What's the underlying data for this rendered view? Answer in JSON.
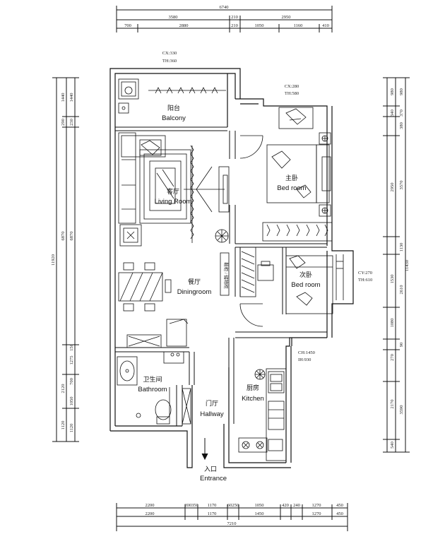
{
  "rooms": {
    "balcony": {
      "cn": "阳台",
      "en": "Balcony"
    },
    "living": {
      "cn": "客厅",
      "en": "Living Room"
    },
    "master": {
      "cn": "主卧",
      "en": "Bed room"
    },
    "second": {
      "cn": "次卧",
      "en": "Bed room"
    },
    "dining": {
      "cn": "餐厅",
      "en": "Diningroom"
    },
    "bath": {
      "cn": "卫生间",
      "en": "Bathroom"
    },
    "hall": {
      "cn": "门厅",
      "en": "Hallway"
    },
    "kitchen": {
      "cn": "厨房",
      "en": "Kitchen"
    },
    "entrance": {
      "cn": "入口",
      "en": "Entrance"
    }
  },
  "windows": {
    "balcony": {
      "cx": "CX:330",
      "th": "TH:360"
    },
    "master": {
      "cx": "CX:280",
      "th": "TH:580"
    },
    "second": {
      "cx": "CY:270",
      "th": "TH:610"
    },
    "kitchen": {
      "cx": "CH:1450",
      "th": "IH:930"
    }
  },
  "cabinet_note": "鞋柜 / 储物柜",
  "dims": {
    "top_total": "6740",
    "top_mid": [
      "3580",
      "210",
      "2950"
    ],
    "top_inner": [
      "700",
      "2880",
      "210",
      "1050",
      "1160",
      "410"
    ],
    "bottom_inner": [
      "2200",
      "200350",
      "1170",
      "60250",
      "1050",
      "420",
      "240",
      "1270",
      "450"
    ],
    "bottom_mid": [
      "2200",
      "1170",
      "1450",
      "1270",
      "450"
    ],
    "bottom_total": "7210",
    "left_total": "11920",
    "left_mid": [
      "1440",
      "290",
      "6870",
      "2120",
      "1120"
    ],
    "left_inner": [
      "1440",
      "230",
      "6870",
      "150",
      "1275",
      "700",
      "1050",
      "1120"
    ],
    "right_total": "11430",
    "right_mid": [
      "980",
      "340",
      "2950",
      "1530",
      "1080",
      "270",
      "2170",
      "540"
    ],
    "right_inner": [
      "980",
      "370",
      "380",
      "3570",
      "1130",
      "2610",
      "90",
      "3590"
    ]
  }
}
